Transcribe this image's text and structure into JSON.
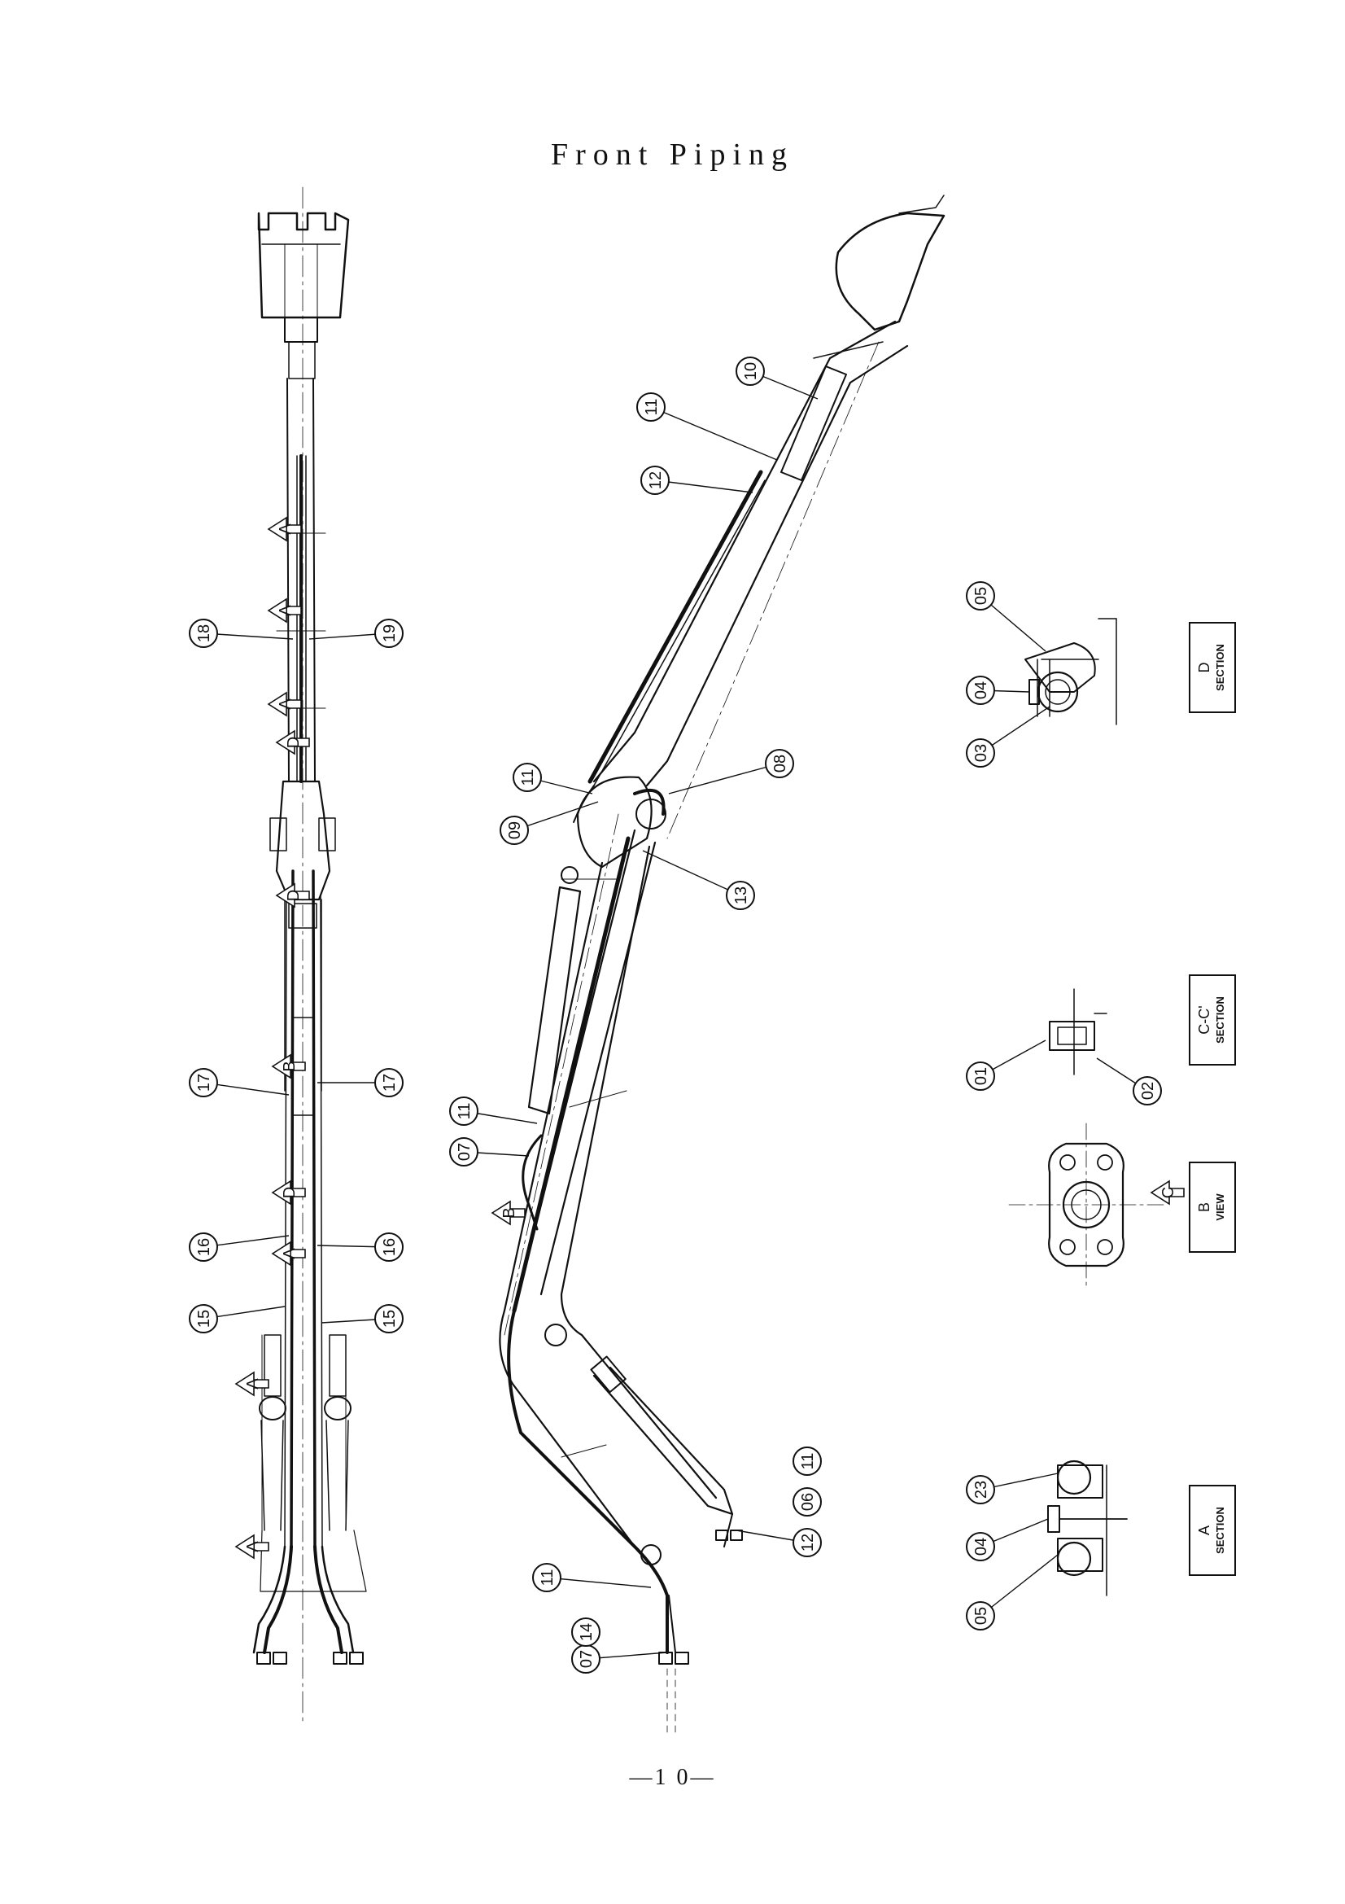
{
  "title": "Front Piping",
  "page_number": "—1 0—",
  "callouts": [
    "10",
    "11",
    "12",
    "11",
    "09",
    "08",
    "13",
    "11",
    "07",
    "11",
    "12",
    "06",
    "11",
    "07",
    "14",
    "18",
    "19",
    "17",
    "17",
    "16",
    "16",
    "15",
    "15",
    "05",
    "04",
    "03",
    "01",
    "02",
    "23",
    "04",
    "05"
  ],
  "views": [
    {
      "label": "SECTION",
      "suffix": "D"
    },
    {
      "label": "SECTION",
      "suffix": "C-C'"
    },
    {
      "label": "VIEW",
      "suffix": "B"
    },
    {
      "label": "SECTION",
      "suffix": "A"
    }
  ],
  "section_markers": [
    "A",
    "A",
    "A",
    "D",
    "D",
    "B",
    "D",
    "A",
    "A",
    "A",
    "B",
    "C"
  ]
}
